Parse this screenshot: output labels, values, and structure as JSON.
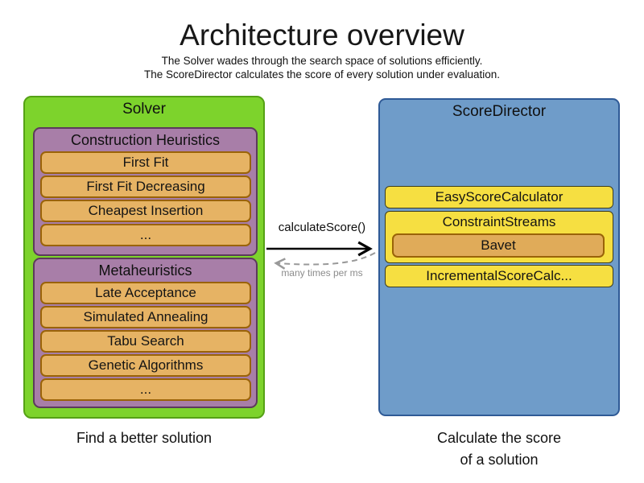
{
  "header": {
    "title": "Architecture overview",
    "subtitle_line1": "The Solver wades through the search space of solutions efficiently.",
    "subtitle_line2": "The ScoreDirector calculates the score of every solution under evaluation."
  },
  "solver": {
    "title": "Solver",
    "caption": "Find a better solution",
    "groups": [
      {
        "title": "Construction Heuristics",
        "items": [
          "First Fit",
          "First Fit Decreasing",
          "Cheapest Insertion",
          "..."
        ]
      },
      {
        "title": "Metaheuristics",
        "items": [
          "Late Acceptance",
          "Simulated Annealing",
          "Tabu Search",
          "Genetic Algorithms",
          "..."
        ]
      }
    ]
  },
  "score_director": {
    "title": "ScoreDirector",
    "caption_line1": "Calculate the score",
    "caption_line2": "of a solution",
    "items": [
      "EasyScoreCalculator",
      "ConstraintStreams",
      "IncrementalScoreCalc..."
    ],
    "constraint_streams_child": "Bavet"
  },
  "interaction": {
    "call_label": "calculateScore()",
    "frequency_label": "many times per ms"
  },
  "colors": {
    "solver_fill": "#7dd32c",
    "solver_border": "#55a115",
    "phase_fill": "#a87ea8",
    "phase_border": "#5c3a5c",
    "algorithm_fill": "#e6b364",
    "algorithm_border": "#9a6308",
    "score_director_fill": "#6f9cc9",
    "score_director_border": "#2f5a96",
    "calculator_fill": "#f6df41",
    "calculator_border": "#3c3c1e",
    "solid_arrow": "#000000",
    "dashed_arrow": "#999999"
  }
}
